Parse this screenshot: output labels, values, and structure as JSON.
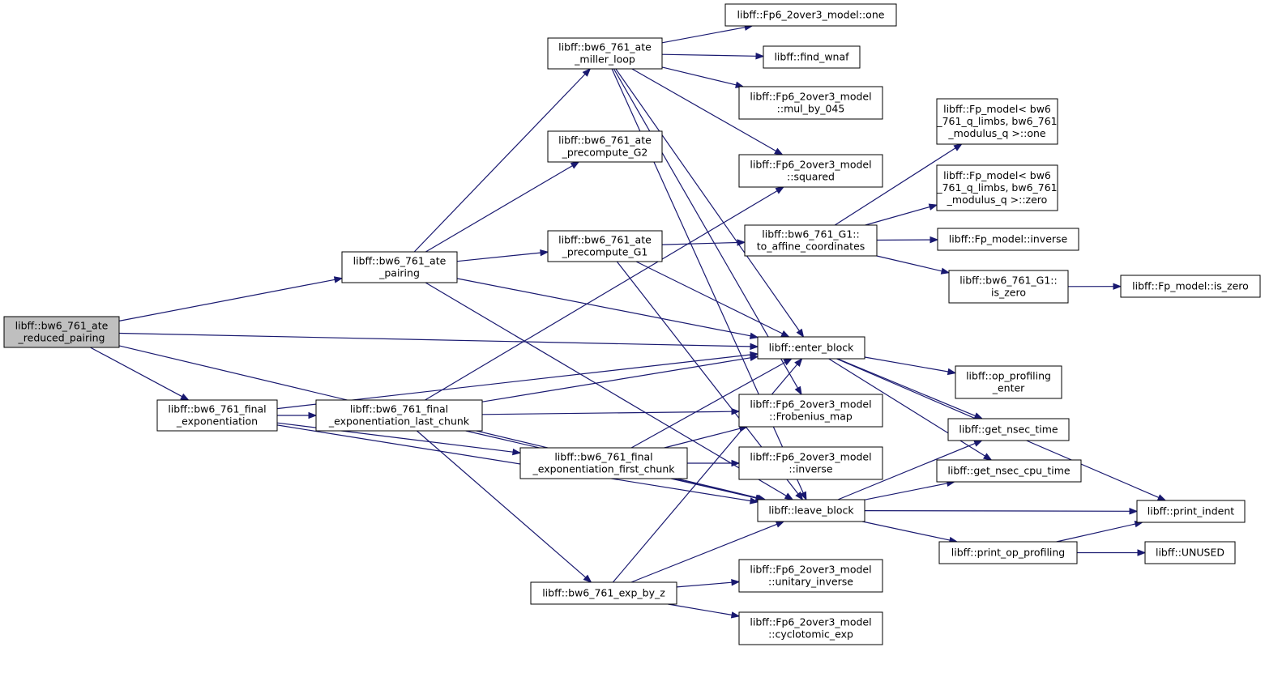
{
  "graph": {
    "edge_color": "#191970",
    "root_fill": "#bfbfbf",
    "nodes": [
      {
        "id": "reduced_pairing",
        "lines": [
          "libff::bw6_761_ate",
          "_reduced_pairing"
        ],
        "root": true
      },
      {
        "id": "ate_pairing",
        "lines": [
          "libff::bw6_761_ate",
          "_pairing"
        ]
      },
      {
        "id": "final_exp",
        "lines": [
          "libff::bw6_761_final",
          "_exponentiation"
        ]
      },
      {
        "id": "miller_loop",
        "lines": [
          "libff::bw6_761_ate",
          "_miller_loop"
        ]
      },
      {
        "id": "precompute_G2",
        "lines": [
          "libff::bw6_761_ate",
          "_precompute_G2"
        ]
      },
      {
        "id": "precompute_G1",
        "lines": [
          "libff::bw6_761_ate",
          "_precompute_G1"
        ]
      },
      {
        "id": "last_chunk",
        "lines": [
          "libff::bw6_761_final",
          "_exponentiation_last_chunk"
        ]
      },
      {
        "id": "first_chunk",
        "lines": [
          "libff::bw6_761_final",
          "_exponentiation_first_chunk"
        ]
      },
      {
        "id": "exp_by_z",
        "lines": [
          "libff::bw6_761_exp_by_z"
        ]
      },
      {
        "id": "fp6_one",
        "lines": [
          "libff::Fp6_2over3_model::one"
        ]
      },
      {
        "id": "find_wnaf",
        "lines": [
          "libff::find_wnaf"
        ]
      },
      {
        "id": "mul_by_045",
        "lines": [
          "libff::Fp6_2over3_model",
          "::mul_by_045"
        ]
      },
      {
        "id": "squared",
        "lines": [
          "libff::Fp6_2over3_model",
          "::squared"
        ]
      },
      {
        "id": "to_affine",
        "lines": [
          "libff::bw6_761_G1::",
          "to_affine_coordinates"
        ]
      },
      {
        "id": "enter_block",
        "lines": [
          "libff::enter_block"
        ]
      },
      {
        "id": "frobenius",
        "lines": [
          "libff::Fp6_2over3_model",
          "::Frobenius_map"
        ]
      },
      {
        "id": "fp6_inverse",
        "lines": [
          "libff::Fp6_2over3_model",
          "::inverse"
        ]
      },
      {
        "id": "leave_block",
        "lines": [
          "libff::leave_block"
        ]
      },
      {
        "id": "unitary_inverse",
        "lines": [
          "libff::Fp6_2over3_model",
          "::unitary_inverse"
        ]
      },
      {
        "id": "cyclotomic_exp",
        "lines": [
          "libff::Fp6_2over3_model",
          "::cyclotomic_exp"
        ]
      },
      {
        "id": "fp_one",
        "lines": [
          "libff::Fp_model< bw6",
          "_761_q_limbs, bw6_761",
          "_modulus_q >::one"
        ]
      },
      {
        "id": "fp_zero",
        "lines": [
          "libff::Fp_model< bw6",
          "_761_q_limbs, bw6_761",
          "_modulus_q >::zero"
        ]
      },
      {
        "id": "fp_inverse",
        "lines": [
          "libff::Fp_model::inverse"
        ]
      },
      {
        "id": "g1_is_zero",
        "lines": [
          "libff::bw6_761_G1::",
          "is_zero"
        ]
      },
      {
        "id": "fp_is_zero",
        "lines": [
          "libff::Fp_model::is_zero"
        ]
      },
      {
        "id": "op_prof_enter",
        "lines": [
          "libff::op_profiling",
          "_enter"
        ]
      },
      {
        "id": "nsec_time",
        "lines": [
          "libff::get_nsec_time"
        ]
      },
      {
        "id": "nsec_cpu_time",
        "lines": [
          "libff::get_nsec_cpu_time"
        ]
      },
      {
        "id": "print_indent",
        "lines": [
          "libff::print_indent"
        ]
      },
      {
        "id": "print_op_prof",
        "lines": [
          "libff::print_op_profiling"
        ]
      },
      {
        "id": "unused",
        "lines": [
          "libff::UNUSED"
        ]
      }
    ],
    "edges": [
      [
        "reduced_pairing",
        "ate_pairing"
      ],
      [
        "reduced_pairing",
        "final_exp"
      ],
      [
        "reduced_pairing",
        "enter_block"
      ],
      [
        "reduced_pairing",
        "leave_block"
      ],
      [
        "ate_pairing",
        "miller_loop"
      ],
      [
        "ate_pairing",
        "precompute_G2"
      ],
      [
        "ate_pairing",
        "precompute_G1"
      ],
      [
        "ate_pairing",
        "enter_block"
      ],
      [
        "ate_pairing",
        "leave_block"
      ],
      [
        "miller_loop",
        "fp6_one"
      ],
      [
        "miller_loop",
        "find_wnaf"
      ],
      [
        "miller_loop",
        "mul_by_045"
      ],
      [
        "miller_loop",
        "squared"
      ],
      [
        "miller_loop",
        "enter_block"
      ],
      [
        "miller_loop",
        "leave_block"
      ],
      [
        "miller_loop",
        "frobenius"
      ],
      [
        "precompute_G1",
        "to_affine"
      ],
      [
        "precompute_G1",
        "enter_block"
      ],
      [
        "precompute_G1",
        "leave_block"
      ],
      [
        "to_affine",
        "fp_one"
      ],
      [
        "to_affine",
        "fp_zero"
      ],
      [
        "to_affine",
        "fp_inverse"
      ],
      [
        "to_affine",
        "g1_is_zero"
      ],
      [
        "g1_is_zero",
        "fp_is_zero"
      ],
      [
        "final_exp",
        "last_chunk"
      ],
      [
        "final_exp",
        "first_chunk"
      ],
      [
        "final_exp",
        "enter_block"
      ],
      [
        "final_exp",
        "leave_block"
      ],
      [
        "last_chunk",
        "squared"
      ],
      [
        "last_chunk",
        "enter_block"
      ],
      [
        "last_chunk",
        "frobenius"
      ],
      [
        "last_chunk",
        "exp_by_z"
      ],
      [
        "last_chunk",
        "leave_block"
      ],
      [
        "first_chunk",
        "enter_block"
      ],
      [
        "first_chunk",
        "frobenius"
      ],
      [
        "first_chunk",
        "fp6_inverse"
      ],
      [
        "first_chunk",
        "leave_block"
      ],
      [
        "exp_by_z",
        "enter_block"
      ],
      [
        "exp_by_z",
        "leave_block"
      ],
      [
        "exp_by_z",
        "unitary_inverse"
      ],
      [
        "exp_by_z",
        "cyclotomic_exp"
      ],
      [
        "enter_block",
        "op_prof_enter"
      ],
      [
        "enter_block",
        "nsec_time"
      ],
      [
        "enter_block",
        "nsec_cpu_time"
      ],
      [
        "enter_block",
        "print_indent"
      ],
      [
        "leave_block",
        "nsec_time"
      ],
      [
        "leave_block",
        "nsec_cpu_time"
      ],
      [
        "leave_block",
        "print_indent"
      ],
      [
        "leave_block",
        "print_op_prof"
      ],
      [
        "print_op_prof",
        "print_indent"
      ],
      [
        "print_op_prof",
        "unused"
      ]
    ]
  }
}
